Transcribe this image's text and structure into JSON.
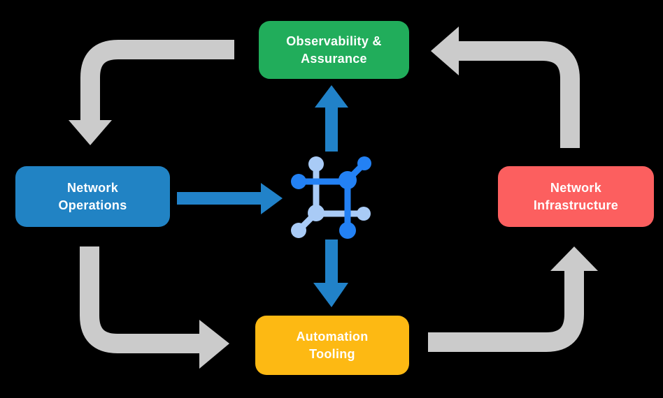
{
  "diagram": {
    "background_color": "#000000",
    "nodes": [
      {
        "id": "observability-assurance",
        "label": "Observability &\nAssurance",
        "color": "#21AD5B",
        "text_color": "#FFFFFF"
      },
      {
        "id": "network-operations",
        "label": "Network\nOperations",
        "color": "#2183C4",
        "text_color": "#FFFFFF"
      },
      {
        "id": "network-infrastructure",
        "label": "Network\nInfrastructure",
        "color": "#FC5F5F",
        "text_color": "#FFFFFF"
      },
      {
        "id": "automation-tooling",
        "label": "Automation\nTooling",
        "color": "#FDB913",
        "text_color": "#FFFFFF"
      }
    ],
    "center_icon": {
      "name": "network-hub-icon",
      "primary_color": "#2381F4",
      "secondary_color": "#A9CBF6"
    },
    "arrows": {
      "cycle_color": "#CBCBCB",
      "hub_color": "#2182C9",
      "flows": [
        {
          "from": "observability-assurance",
          "to": "network-operations",
          "style": "cycle"
        },
        {
          "from": "network-operations",
          "to": "automation-tooling",
          "style": "cycle"
        },
        {
          "from": "automation-tooling",
          "to": "network-infrastructure",
          "style": "cycle"
        },
        {
          "from": "network-infrastructure",
          "to": "observability-assurance",
          "style": "cycle"
        },
        {
          "from": "network-operations",
          "to": "center-hub",
          "style": "hub"
        },
        {
          "from": "center-hub",
          "to": "observability-assurance",
          "style": "hub"
        },
        {
          "from": "center-hub",
          "to": "automation-tooling",
          "style": "hub"
        }
      ]
    }
  }
}
